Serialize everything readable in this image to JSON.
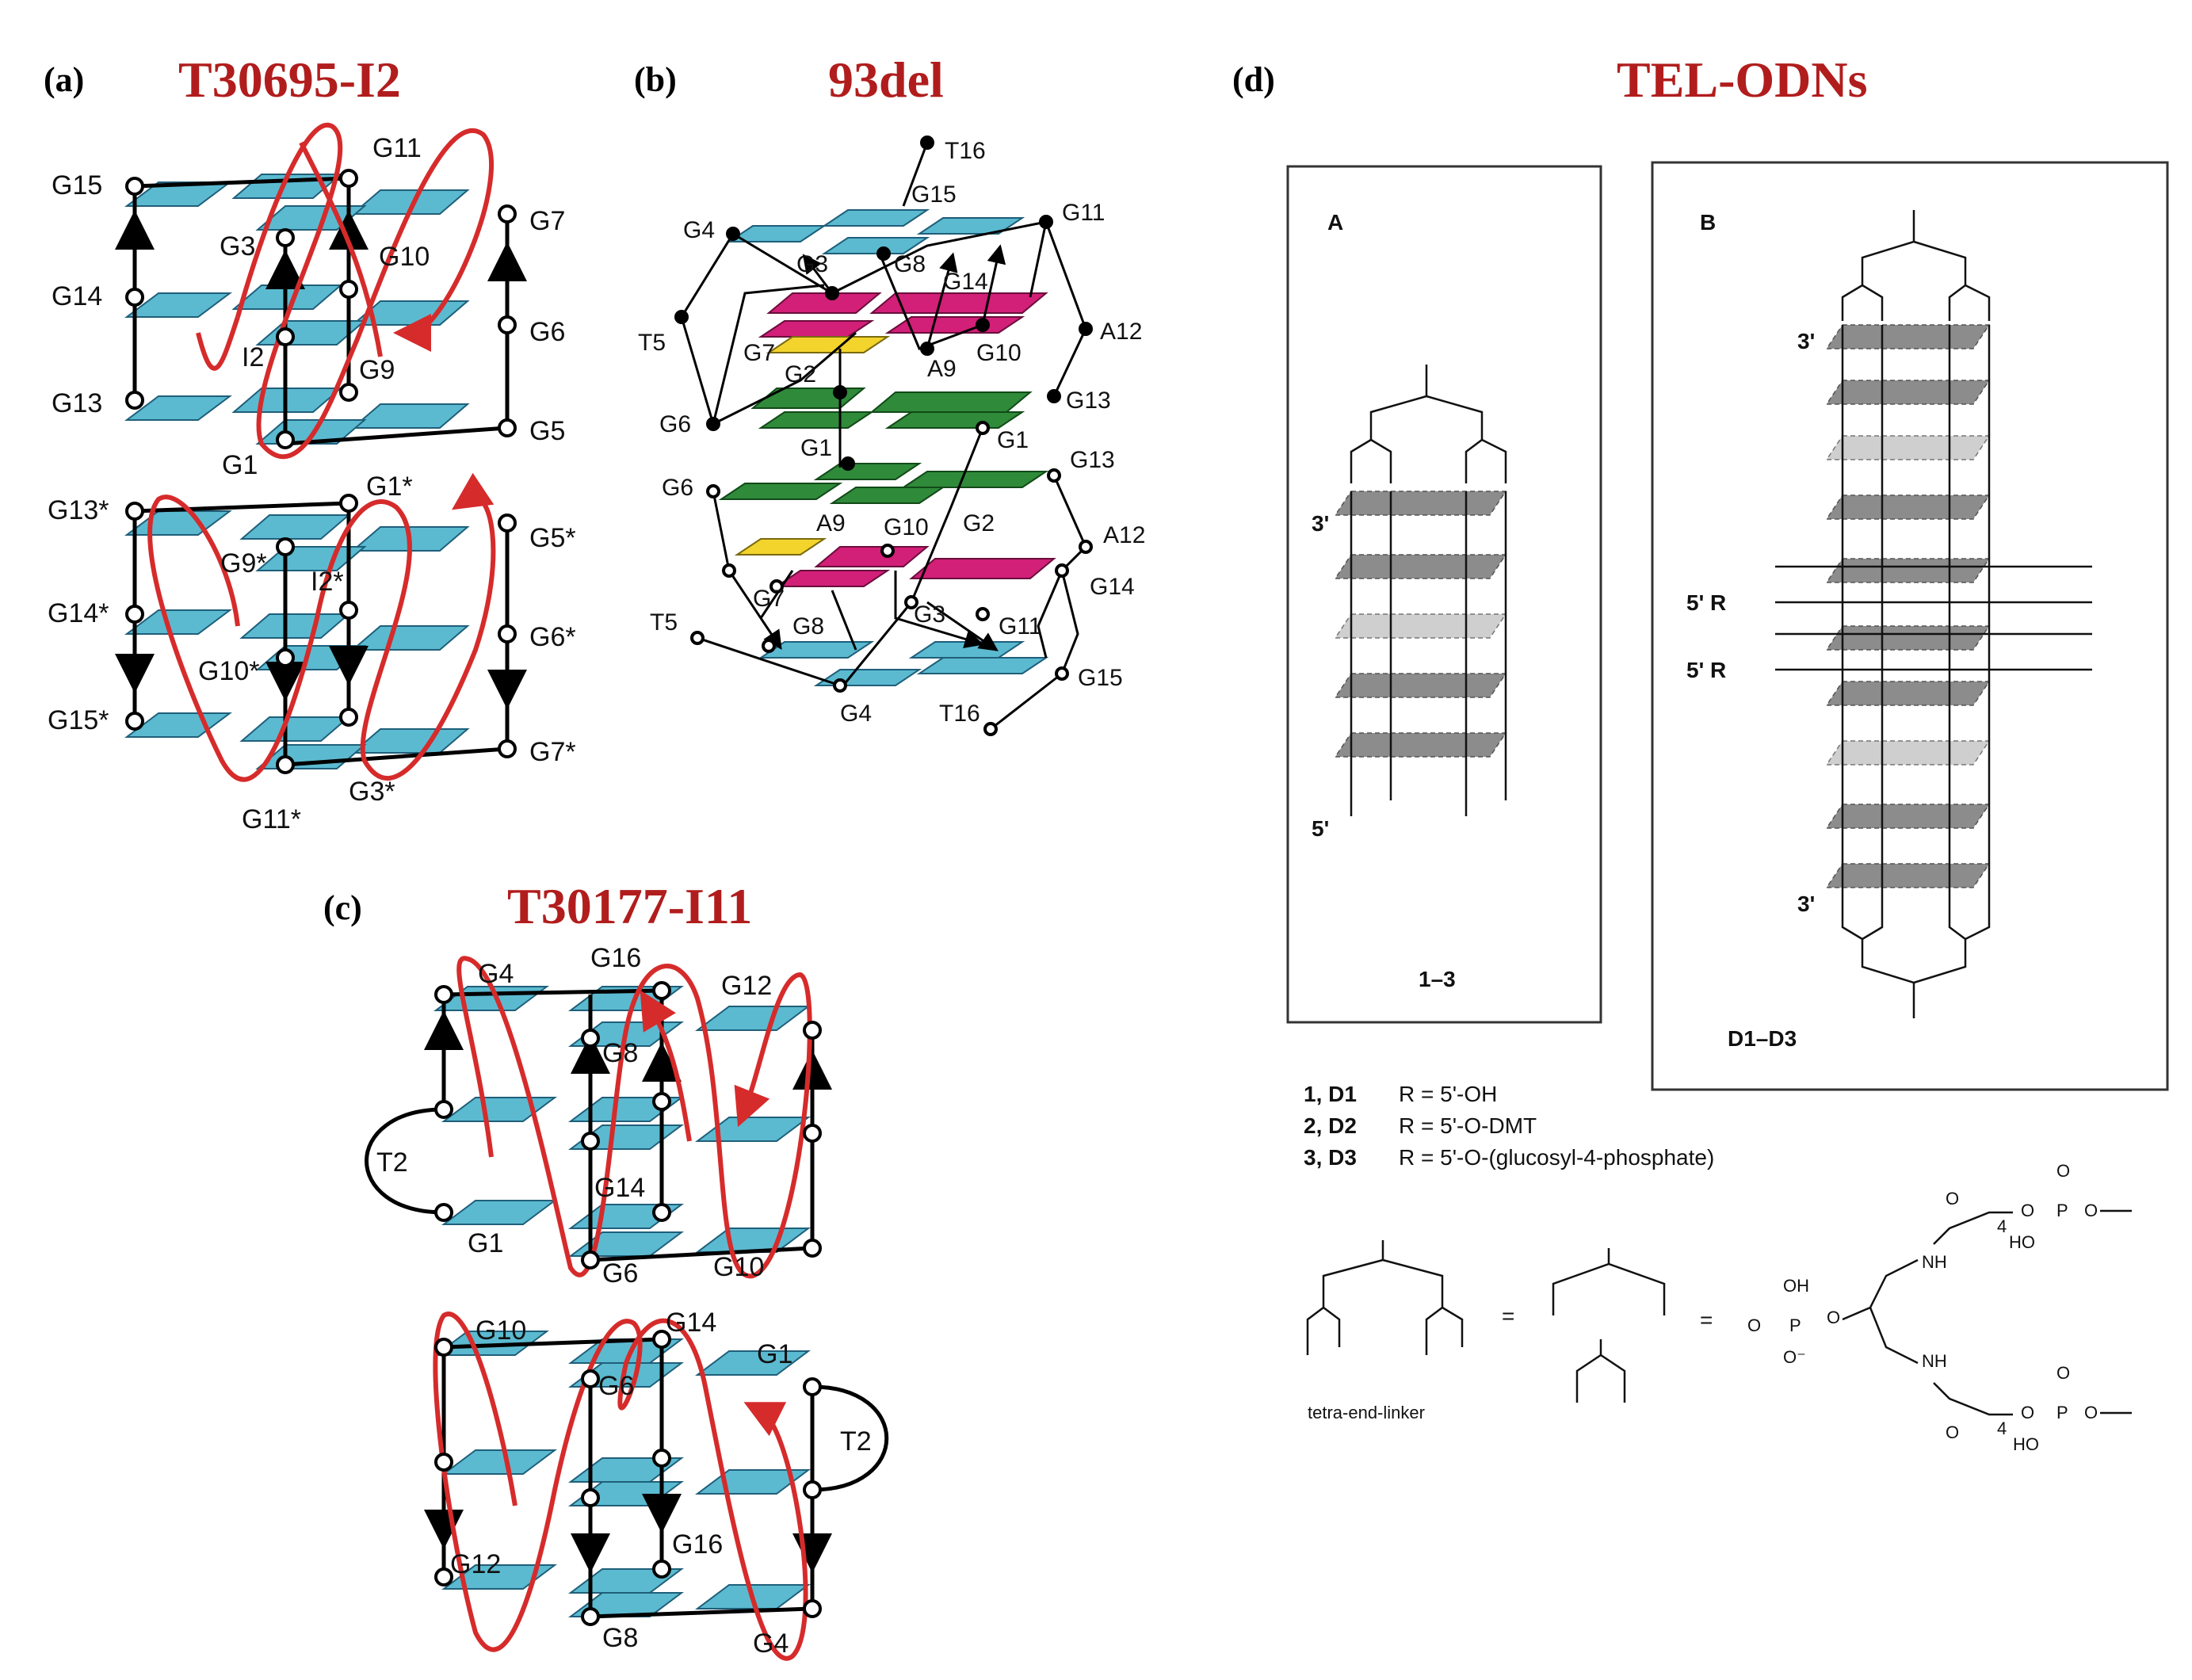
{
  "panels": {
    "a": {
      "label": "(a)",
      "title": "T30695-I2",
      "labels": [
        "G15",
        "G11",
        "G7",
        "G3",
        "G10",
        "G14",
        "G6",
        "I2",
        "G9",
        "G13",
        "G5",
        "G1",
        "G1*",
        "G13*",
        "G5*",
        "G9*",
        "I2*",
        "G14*",
        "G6*",
        "G10*",
        "G15*",
        "G7*",
        "G11*",
        "G3*"
      ]
    },
    "b": {
      "label": "(b)",
      "title": "93del",
      "labels": [
        "T16",
        "G15",
        "G11",
        "G4",
        "G3",
        "G8",
        "G14",
        "T5",
        "A12",
        "G7",
        "G10",
        "G2",
        "A9",
        "G13",
        "G6",
        "G1",
        "G1",
        "G13",
        "G6",
        "A12",
        "A9",
        "G10",
        "G2",
        "G14",
        "T5",
        "G7",
        "G8",
        "G3",
        "G11",
        "G15",
        "G4",
        "T16"
      ]
    },
    "c": {
      "label": "(c)",
      "title": "T30177-I11",
      "labels": [
        "G4",
        "G16",
        "G12",
        "G8",
        "T2",
        "G14",
        "G1",
        "G6",
        "G10",
        "G10",
        "G14",
        "G1",
        "G6",
        "T2",
        "G12",
        "G16",
        "G8",
        "G4"
      ]
    },
    "d": {
      "label": "(d)",
      "title": "TEL-ODNs",
      "boxA": {
        "letter": "A",
        "caption": "1–3",
        "prime3": "3'",
        "prime5": "5'"
      },
      "boxB": {
        "letter": "B",
        "caption": "D1–D3",
        "prime3": "3'",
        "prime3b": "3'",
        "prime5a": "5' R",
        "prime5b": "5' R"
      },
      "legend": [
        {
          "id": "1, D1",
          "text": "R = 5'-OH"
        },
        {
          "id": "2, D2",
          "text": "R = 5'-O-DMT"
        },
        {
          "id": "3, D3",
          "text": "R = 5'-O-(glucosyl-4-phosphate)"
        }
      ],
      "linker_label": "tetra-end-linker",
      "eq": "=",
      "chem": {
        "oh": "OH",
        "o": "O",
        "p": "P",
        "om": "O⁻",
        "nh": "NH",
        "ho": "HO",
        "sub4": "4"
      }
    }
  },
  "colors": {
    "tetrad": "#5bbad0",
    "strand": "#d62b2b",
    "title": "#b11d1d",
    "pink": "#d21f78",
    "yellow": "#f3d42c",
    "green": "#2f8a3a"
  }
}
